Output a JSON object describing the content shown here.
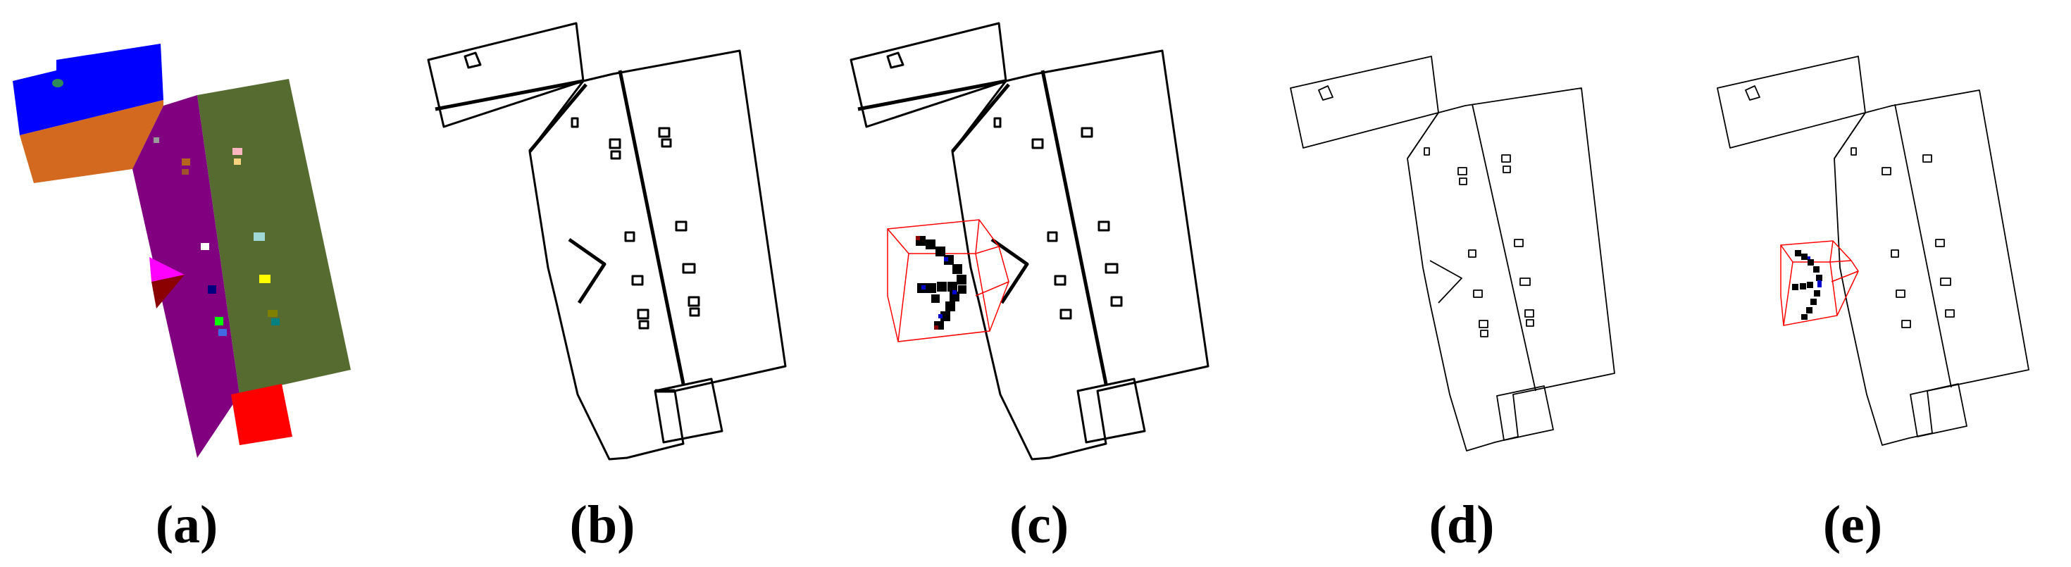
{
  "figure": {
    "panels": [
      {
        "id": "a",
        "label": "a",
        "open": "(",
        "close": ")",
        "kind": "segmented-roof-planes"
      },
      {
        "id": "b",
        "label": "b",
        "open": "(",
        "close": ")",
        "kind": "roof-outline-bold"
      },
      {
        "id": "c",
        "label": "c",
        "open": "(",
        "close": ")",
        "kind": "roof-outline-with-detail-box"
      },
      {
        "id": "d",
        "label": "d",
        "open": "(",
        "close": ")",
        "kind": "roof-outline-thin"
      },
      {
        "id": "e",
        "label": "e",
        "open": "(",
        "close": ")",
        "kind": "roof-outline-thin-with-detail-box"
      }
    ],
    "colors": {
      "plane_top": "#0000ff",
      "plane_orange": "#d2691e",
      "plane_purple": "#800080",
      "plane_olive": "#556b2f",
      "plane_red": "#ff0000",
      "plane_magenta": "#ff00ff",
      "plane_darkred": "#8b0000",
      "outline": "#000000",
      "highlight_box": "#ff0000",
      "voxel_blue": "#0000cc"
    }
  }
}
